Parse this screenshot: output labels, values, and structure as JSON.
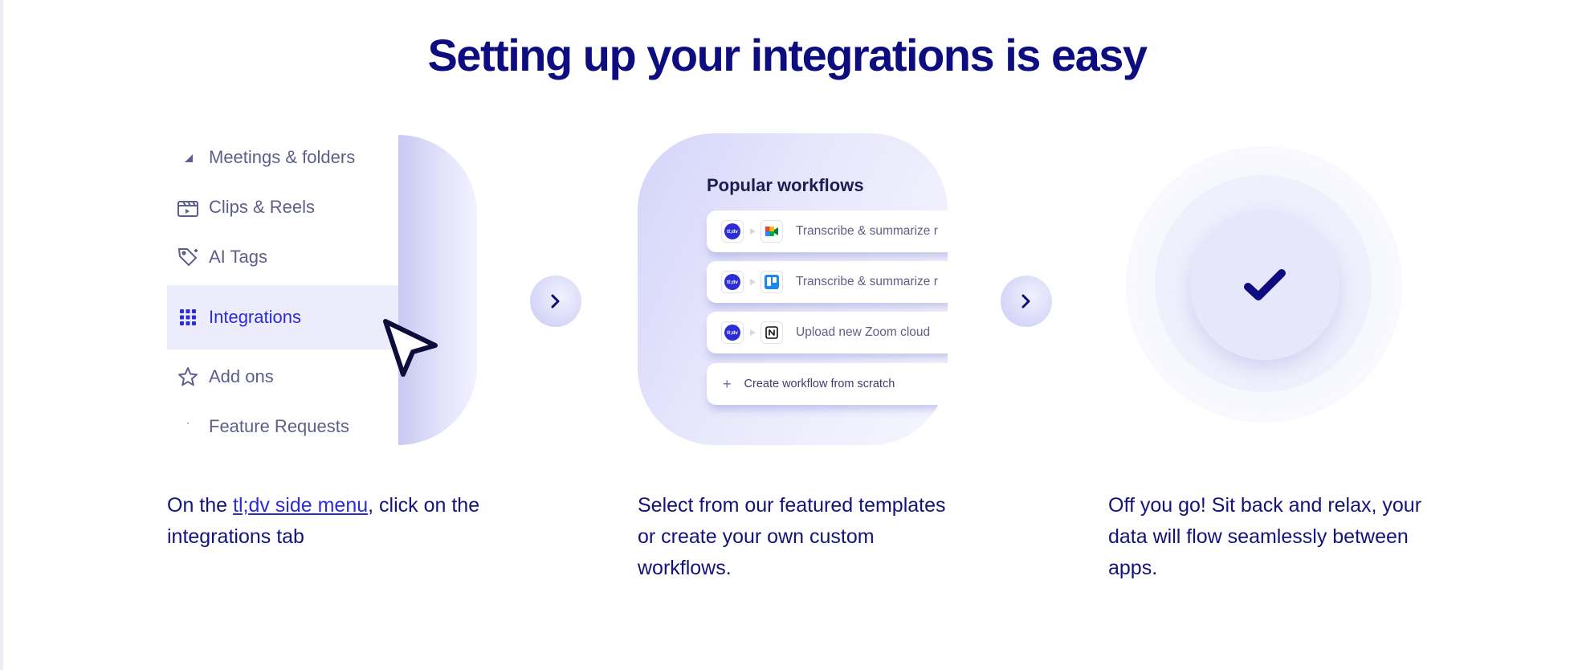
{
  "heading": "Setting up your integrations is easy",
  "colors": {
    "primary": "#0d0d80",
    "accent": "#2c2cd6",
    "menu_text": "#5d5f8a"
  },
  "menu": {
    "items": [
      {
        "label": "Meetings & folders",
        "icon": "folder-icon"
      },
      {
        "label": "Clips & Reels",
        "icon": "clapperboard-icon"
      },
      {
        "label": "AI Tags",
        "icon": "tag-sparkle-icon"
      },
      {
        "label": "Integrations",
        "icon": "grid-icon",
        "active": true
      },
      {
        "label": "Add ons",
        "icon": "star-icon"
      },
      {
        "label": "Feature Requests",
        "icon": "lightbulb-icon"
      }
    ]
  },
  "workflows": {
    "title": "Popular workflows",
    "rows": [
      {
        "text": "Transcribe & summarize r",
        "app": "google-meet-icon",
        "source": "tl;dv"
      },
      {
        "text": "Transcribe & summarize r",
        "app": "trello-icon",
        "source": "tl;dv"
      },
      {
        "text": "Upload new Zoom cloud",
        "app": "notion-icon",
        "source": "tl;dv"
      }
    ],
    "create_label": "Create workflow from scratch"
  },
  "steps": [
    {
      "before": "On the ",
      "link": "tl;dv side menu",
      "after": ", click on the integrations tab"
    },
    {
      "text": "Select from our featured templates or create your own custom workflows."
    },
    {
      "text": "Off you go! Sit back and relax, your data will flow seamlessly between apps."
    }
  ]
}
